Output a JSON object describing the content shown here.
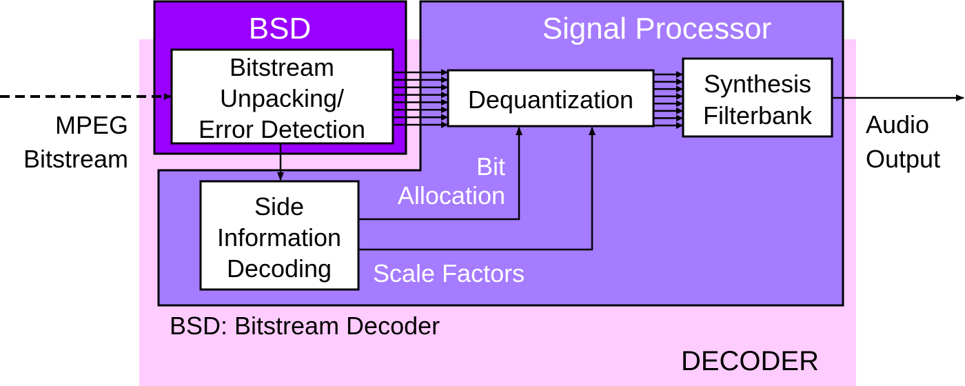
{
  "colors": {
    "decoder_bg": "#ffccff",
    "bsd_fill": "#9900ff",
    "signal_processor_fill": "#a57bff",
    "box_fill": "#ffffff",
    "stroke": "#000000",
    "light_text": "#ffffff",
    "dark_text": "#000000"
  },
  "decoder": {
    "label": "DECODER"
  },
  "bsd": {
    "title": "BSD",
    "legend": "BSD: Bitstream Decoder"
  },
  "signal_processor": {
    "title": "Signal Processor"
  },
  "blocks": {
    "unpacking": [
      "Bitstream",
      "Unpacking/",
      "Error Detection"
    ],
    "dequantization": [
      "Dequantization"
    ],
    "synthesis": [
      "Synthesis",
      "Filterbank"
    ],
    "side_info": [
      "Side",
      "Information",
      "Decoding"
    ]
  },
  "signals": {
    "input": [
      "MPEG",
      "Bitstream"
    ],
    "output": [
      "Audio",
      "Output"
    ],
    "bit_allocation": [
      "Bit",
      "Allocation"
    ],
    "scale_factors": "Scale Factors"
  },
  "parallel_line_count": 8
}
